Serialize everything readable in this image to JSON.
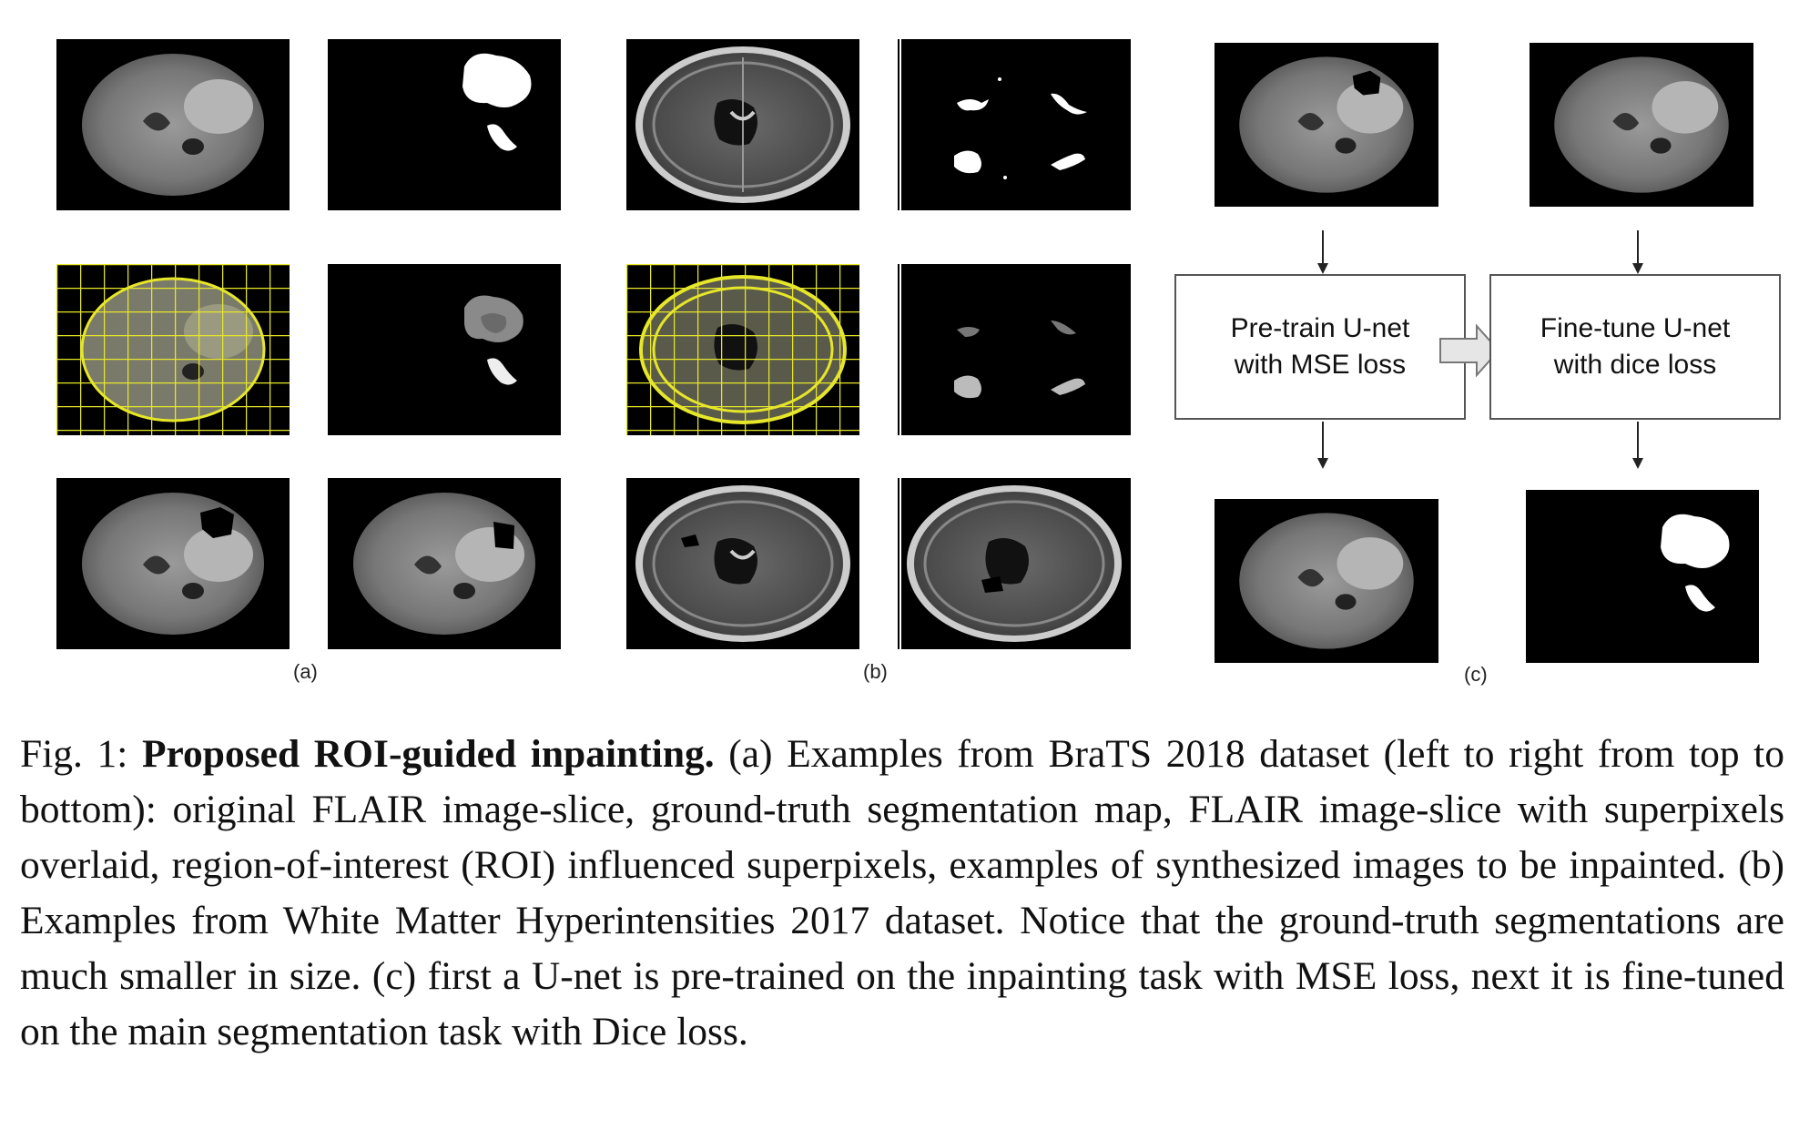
{
  "figure": {
    "sublabels": [
      "(a)",
      "(b)",
      "(c)"
    ],
    "flow": {
      "pretrain": {
        "line1": "Pre-train U-net",
        "line2": "with MSE loss"
      },
      "finetune": {
        "line1": "Fine-tune U-net",
        "line2": "with dice loss"
      }
    },
    "colors": {
      "superpixel_overlay": "#e6e62a",
      "panel_bg": "#000000",
      "arrow_fill": "#e6e6e6"
    }
  },
  "caption": {
    "label": "Fig. 1:",
    "title": "Proposed ROI-guided inpainting.",
    "body": "(a) Examples from BraTS 2018 dataset (left to right from top to bottom): original FLAIR image-slice, ground-truth segmentation map, FLAIR image-slice with superpixels overlaid, region-of-interest (ROI) influenced superpixels, examples of synthesized images to be inpainted. (b) Examples from White Matter Hyperintensities 2017 dataset. Notice that the ground-truth segmentations are much smaller in size. (c) first a U-net is pre-trained on the inpainting task with MSE loss, next it is fine-tuned on the main segmentation task with Dice loss."
  }
}
